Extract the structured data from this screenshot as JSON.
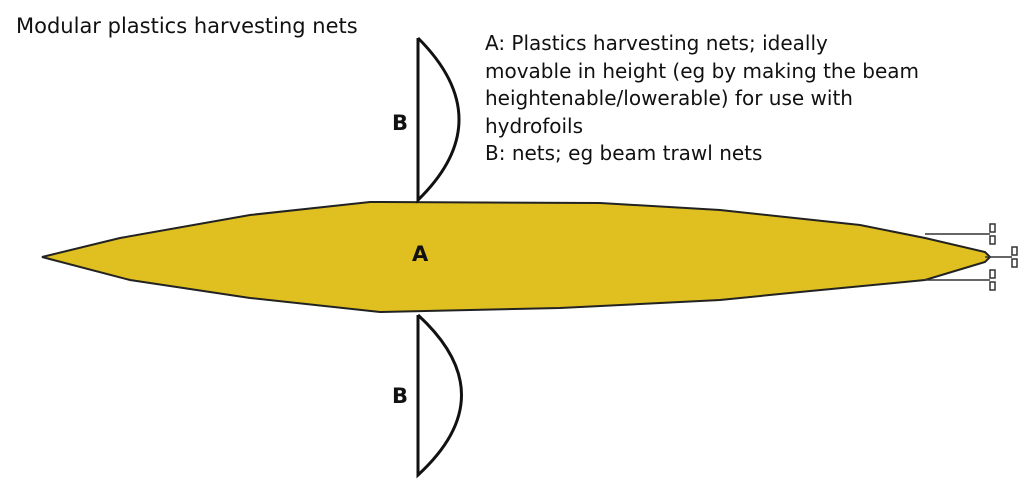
{
  "title": "Modular plastics harvesting nets",
  "legend": [
    "A: Plastics harvesting nets; ideally",
    "movable in height (eg by making the beam",
    "heightenable/lowerable) for use with",
    "hydrofoils",
    "B: nets; eg beam trawl nets"
  ],
  "labels": {
    "hull": "A",
    "net_top": "B",
    "net_bottom": "B"
  },
  "colors": {
    "hull": "#dfc020",
    "outline": "#222222"
  }
}
